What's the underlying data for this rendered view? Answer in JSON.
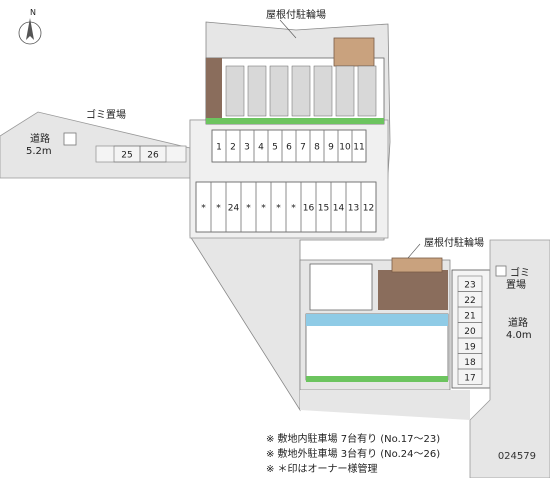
{
  "compass": {
    "north_label": "N"
  },
  "labels": {
    "bike_parking_top": "屋根付駐輪場",
    "bike_parking_right": "屋根付駐輪場",
    "garbage_left": "ゴミ置場",
    "garbage_right_1": "ゴミ",
    "garbage_right_2": "置場",
    "road_left_1": "道路",
    "road_left_2": "5.2m",
    "road_right_1": "道路",
    "road_right_2": "4.0m"
  },
  "parking": {
    "upper_row": [
      "1",
      "2",
      "3",
      "4",
      "5",
      "6",
      "7",
      "8",
      "9",
      "10",
      "11"
    ],
    "lower_row": [
      "*",
      "*",
      "24",
      "*",
      "*",
      "*",
      "*",
      "16",
      "15",
      "14",
      "13",
      "12"
    ],
    "left_strip": [
      "25",
      "26"
    ],
    "right_column": [
      "23",
      "22",
      "21",
      "20",
      "19",
      "18",
      "17"
    ]
  },
  "notes": [
    "※ 敷地内駐車場 7台有り (No.17〜23)",
    "※ 敷地外駐車場 3台有り (No.24〜26)",
    "※ ＊印はオーナー様管理"
  ],
  "code": "024579",
  "colors": {
    "ground": "#e6e6e6",
    "parking_lot": "#f2f2f2",
    "building": "#ffffff",
    "balcony": "#8fcbe6",
    "hedge": "#6cc45f",
    "roof_brown": "#8a6d5c",
    "roof_tan": "#c9a27e"
  }
}
